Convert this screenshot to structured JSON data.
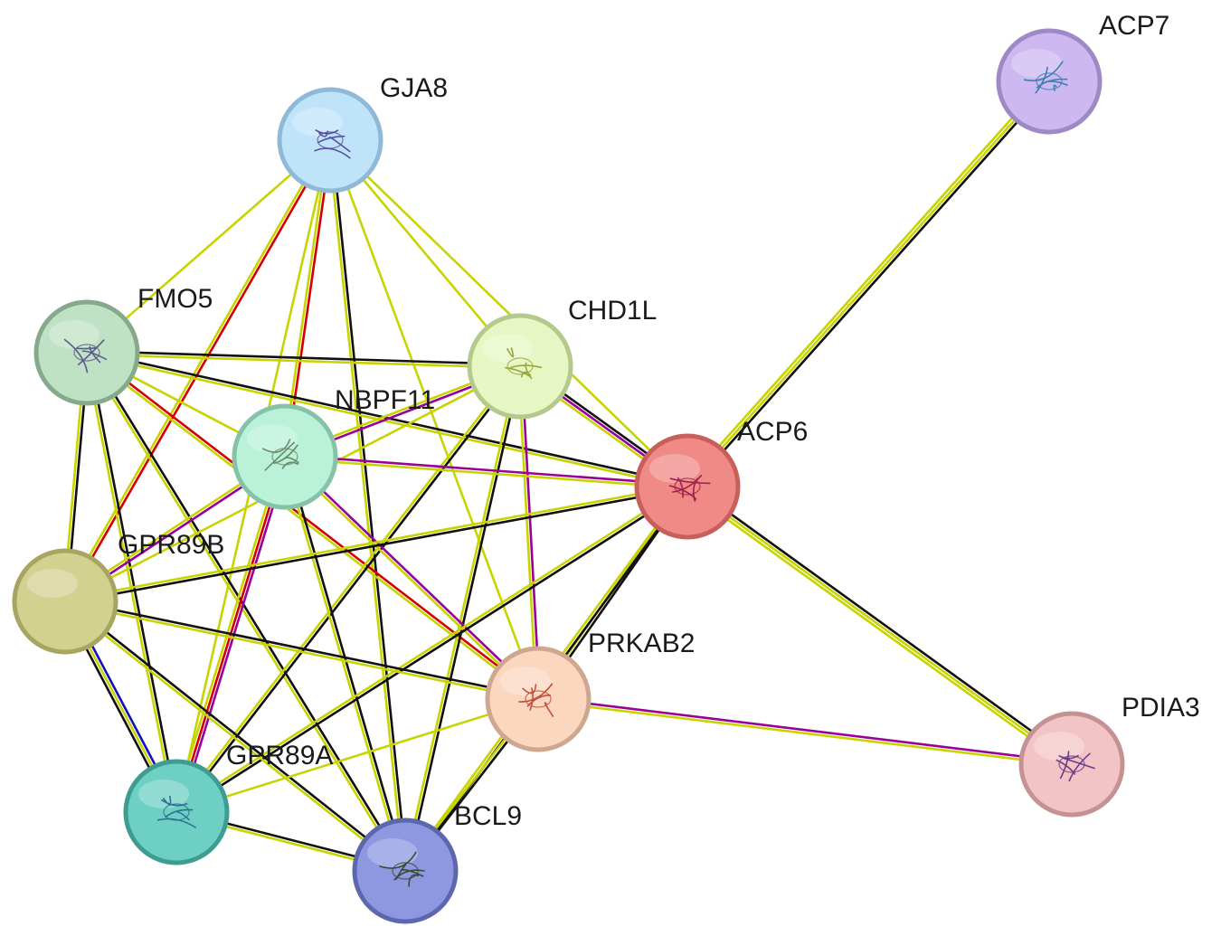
{
  "network": {
    "nodes": [
      {
        "id": "GJA8",
        "label": "GJA8",
        "color": "#bfe3f8",
        "stroke": "#8fb9d6",
        "icon": "protein-structure-icon",
        "iconColor": "#5a4fa0"
      },
      {
        "id": "ACP7",
        "label": "ACP7",
        "color": "#cdb8f2",
        "stroke": "#9f89c4",
        "icon": "protein-structure-icon",
        "iconColor": "#3c7fb0"
      },
      {
        "id": "FMO5",
        "label": "FMO5",
        "color": "#bfe2c4",
        "stroke": "#86a98b",
        "icon": "protein-structure-icon",
        "iconColor": "#5b5a8a"
      },
      {
        "id": "CHD1L",
        "label": "CHD1L",
        "color": "#e6f7c4",
        "stroke": "#b4c98c",
        "icon": "protein-structure-icon",
        "iconColor": "#9aa63c"
      },
      {
        "id": "NBPF11",
        "label": "NBPF11",
        "color": "#b9f2d9",
        "stroke": "#85c2a8",
        "icon": "protein-structure-icon",
        "iconColor": "#6a8a6a"
      },
      {
        "id": "ACP6",
        "label": "ACP6",
        "color": "#f08a86",
        "stroke": "#c85f5b",
        "icon": "protein-structure-icon",
        "iconColor": "#a0204a"
      },
      {
        "id": "GPR89B",
        "label": "GPR89B",
        "color": "#d3d190",
        "stroke": "#a8a462",
        "icon": "",
        "iconColor": ""
      },
      {
        "id": "PRKAB2",
        "label": "PRKAB2",
        "color": "#fbd7c0",
        "stroke": "#cfa68e",
        "icon": "protein-structure-icon",
        "iconColor": "#c0503a"
      },
      {
        "id": "PDIA3",
        "label": "PDIA3",
        "color": "#f3c4c6",
        "stroke": "#c49194",
        "icon": "protein-structure-icon",
        "iconColor": "#6a3c8a"
      },
      {
        "id": "GPR89A",
        "label": "GPR89A",
        "color": "#6ed0c4",
        "stroke": "#3f9c90",
        "icon": "protein-structure-icon",
        "iconColor": "#2d6f8f"
      },
      {
        "id": "BCL9",
        "label": "BCL9",
        "color": "#8d98e0",
        "stroke": "#5d67ae",
        "icon": "protein-structure-icon",
        "iconColor": "#3a4a3a"
      }
    ],
    "edges": [
      {
        "source": "GJA8",
        "target": "FMO5",
        "colors": [
          "#c8d400"
        ]
      },
      {
        "source": "GJA8",
        "target": "GPR89B",
        "colors": [
          "#d40000",
          "#c8d400"
        ]
      },
      {
        "source": "GJA8",
        "target": "NBPF11",
        "colors": [
          "#d40000",
          "#c8d400"
        ]
      },
      {
        "source": "GJA8",
        "target": "BCL9",
        "colors": [
          "#111111",
          "#c8d400"
        ]
      },
      {
        "source": "GJA8",
        "target": "CHD1L",
        "colors": [
          "#c8d400"
        ]
      },
      {
        "source": "GJA8",
        "target": "ACP6",
        "colors": [
          "#c8d400"
        ]
      },
      {
        "source": "GJA8",
        "target": "PRKAB2",
        "colors": [
          "#c8d400"
        ]
      },
      {
        "source": "GJA8",
        "target": "GPR89A",
        "colors": [
          "#c8d400"
        ]
      },
      {
        "source": "ACP7",
        "target": "ACP6",
        "colors": [
          "#111111",
          "#c8d400",
          "#c8d400"
        ]
      },
      {
        "source": "FMO5",
        "target": "CHD1L",
        "colors": [
          "#111111",
          "#c8d400"
        ]
      },
      {
        "source": "FMO5",
        "target": "ACP6",
        "colors": [
          "#111111",
          "#c8d400"
        ]
      },
      {
        "source": "FMO5",
        "target": "NBPF11",
        "colors": [
          "#c8d400"
        ]
      },
      {
        "source": "FMO5",
        "target": "GPR89B",
        "colors": [
          "#111111",
          "#c8d400"
        ]
      },
      {
        "source": "FMO5",
        "target": "GPR89A",
        "colors": [
          "#111111",
          "#c8d400"
        ]
      },
      {
        "source": "FMO5",
        "target": "BCL9",
        "colors": [
          "#111111",
          "#c8d400"
        ]
      },
      {
        "source": "FMO5",
        "target": "PRKAB2",
        "colors": [
          "#d40000",
          "#c8d400"
        ]
      },
      {
        "source": "CHD1L",
        "target": "NBPF11",
        "colors": [
          "#9a009a",
          "#c8d400"
        ]
      },
      {
        "source": "CHD1L",
        "target": "ACP6",
        "colors": [
          "#111111",
          "#9a009a",
          "#c8d400"
        ]
      },
      {
        "source": "CHD1L",
        "target": "GPR89B",
        "colors": [
          "#c8d400"
        ]
      },
      {
        "source": "CHD1L",
        "target": "PRKAB2",
        "colors": [
          "#9a009a",
          "#c8d400"
        ]
      },
      {
        "source": "CHD1L",
        "target": "GPR89A",
        "colors": [
          "#111111",
          "#c8d400"
        ]
      },
      {
        "source": "CHD1L",
        "target": "BCL9",
        "colors": [
          "#111111",
          "#c8d400"
        ]
      },
      {
        "source": "NBPF11",
        "target": "ACP6",
        "colors": [
          "#9a009a",
          "#c8d400"
        ]
      },
      {
        "source": "NBPF11",
        "target": "GPR89B",
        "colors": [
          "#9a009a",
          "#c8d400"
        ]
      },
      {
        "source": "NBPF11",
        "target": "PRKAB2",
        "colors": [
          "#9a009a",
          "#c8d400"
        ]
      },
      {
        "source": "NBPF11",
        "target": "GPR89A",
        "colors": [
          "#9a009a",
          "#d40000",
          "#c8d400"
        ]
      },
      {
        "source": "NBPF11",
        "target": "BCL9",
        "colors": [
          "#111111",
          "#c8d400"
        ]
      },
      {
        "source": "ACP6",
        "target": "GPR89B",
        "colors": [
          "#111111",
          "#c8d400"
        ]
      },
      {
        "source": "ACP6",
        "target": "PRKAB2",
        "colors": [
          "#111111",
          "#c8d400"
        ]
      },
      {
        "source": "ACP6",
        "target": "GPR89A",
        "colors": [
          "#111111",
          "#c8d400"
        ]
      },
      {
        "source": "ACP6",
        "target": "BCL9",
        "colors": [
          "#111111",
          "#c8d400"
        ]
      },
      {
        "source": "ACP6",
        "target": "PDIA3",
        "colors": [
          "#111111",
          "#c8d400",
          "#c8d400"
        ]
      },
      {
        "source": "GPR89B",
        "target": "PRKAB2",
        "colors": [
          "#111111",
          "#c8d400"
        ]
      },
      {
        "source": "GPR89B",
        "target": "GPR89A",
        "colors": [
          "#1010c0",
          "#c8d400",
          "#111111"
        ]
      },
      {
        "source": "GPR89B",
        "target": "BCL9",
        "colors": [
          "#111111",
          "#c8d400"
        ]
      },
      {
        "source": "PRKAB2",
        "target": "PDIA3",
        "colors": [
          "#9a009a",
          "#c8d400"
        ]
      },
      {
        "source": "PRKAB2",
        "target": "GPR89A",
        "colors": [
          "#c8d400"
        ]
      },
      {
        "source": "PRKAB2",
        "target": "BCL9",
        "colors": [
          "#111111",
          "#c8d400"
        ]
      },
      {
        "source": "GPR89A",
        "target": "BCL9",
        "colors": [
          "#111111",
          "#c8d400"
        ]
      }
    ]
  }
}
